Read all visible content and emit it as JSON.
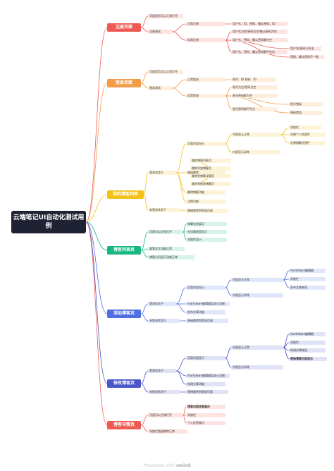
{
  "root": {
    "title": "云端笔记UI自动化测试用例"
  },
  "footer": {
    "prefix": "Presented with",
    "brand": "xmind"
  },
  "colors": {
    "register": "#ee5a52",
    "login": "#f29c4a",
    "myblog": "#f2c21b",
    "bloglist": "#18b782",
    "addblog": "#4f6ee3",
    "editblog": "#4a57c9",
    "detail": "#ee5a52"
  },
  "branches": {
    "register": {
      "label": "注册页面",
      "items": [
        "页面是否可以正常打开",
        "注册测试",
        "正常注册",
        "用户名、ID、密码、确认密码、ID",
        "异常注册",
        "用户名为空/密码为空/确认密码为空",
        "用户名、密码、确认密码都为空",
        "用户名/密码不合法",
        "用户名、密码、确认密码都不合法",
        "密码、确认密码不一致"
      ]
    },
    "login": {
      "label": "登录页面",
      "items": [
        "页面是否可以正常打开",
        "登录测试",
        "正常登录",
        "账号：ID 密码：ID",
        "异常登录",
        "账号为空/密码为空",
        "账号密码都为空",
        "账号密码都不为空",
        "账号错误",
        "密码错误"
      ]
    },
    "myblog": {
      "label": "我的博客列表",
      "items": [
        "登录状态下",
        "页面内容显示",
        "内容显示正常",
        "导航栏",
        "左侧个人信息栏",
        "右侧博客信息栏",
        "内容显示异常",
        "链接跳转",
        "跳转博客列表页",
        "跳转添加博客页",
        "跳转到博客详情页",
        "跳转到修改博客页",
        "删除博客功能",
        "注销功能",
        "未登录状态下",
        "直接跳转到登录页面"
      ]
    },
    "bloglist": {
      "label": "博客列表页",
      "items": [
        "页面可以正常打开",
        "博客信息展示",
        "分页跳转是否正",
        "导航栏显示",
        "查看全文功能正常",
        "博客分页显示功能正常"
      ]
    },
    "addblog": {
      "label": "添加博客页",
      "items": [
        "登录状态下",
        "页面内容显示",
        "内容显示正常",
        "markdown编辑器",
        "导航栏",
        "发布文章按钮",
        "内容显示异常",
        "markdown编辑器及显示功能",
        "发布文章功能",
        "未登录状态下",
        "直接跳转到登录页面"
      ]
    },
    "editblog": {
      "label": "修改博客页",
      "items": [
        "登录状态下",
        "页面内容显示",
        "内容显示正常",
        "markdown编辑器",
        "导航栏",
        "修改文章按钮",
        "原始博客内容显示",
        "内容显示异常",
        "markdown编辑器及显示功能",
        "修改文章功能",
        "未登录状态下",
        "直接跳转到登录页面"
      ]
    },
    "detail": {
      "label": "博客详情页",
      "items": [
        "页面可以正常打开",
        "博客内容信息展示",
        "导航栏",
        "个人信息展示",
        "导航栏链接跳转正常"
      ]
    }
  }
}
